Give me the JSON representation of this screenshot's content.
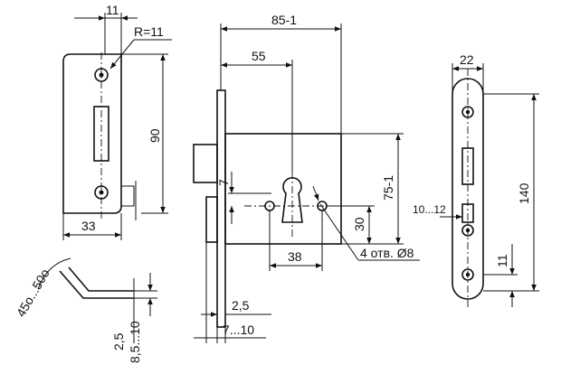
{
  "strike_plate": {
    "width_top": "11",
    "radius": "R=11",
    "height": "90",
    "width_bottom": "33"
  },
  "strike_profile": {
    "angle": "45о...50о",
    "offset": "2,5",
    "depth": "8,5...10"
  },
  "lock_body": {
    "total_width": "85-1",
    "backset": "55",
    "body_height": "75-1",
    "cylinder_offset": "30",
    "hole_spacing": "38",
    "top_offset": "7",
    "holes_note": "4 отв. Ø8",
    "faceplate_thickness": "2,5",
    "bottom_range": "7...10"
  },
  "faceplate": {
    "width": "22",
    "height": "140",
    "bolt_range": "10...12",
    "bottom_offset": "11"
  },
  "colors": {
    "line": "#111111",
    "background": "#ffffff"
  }
}
